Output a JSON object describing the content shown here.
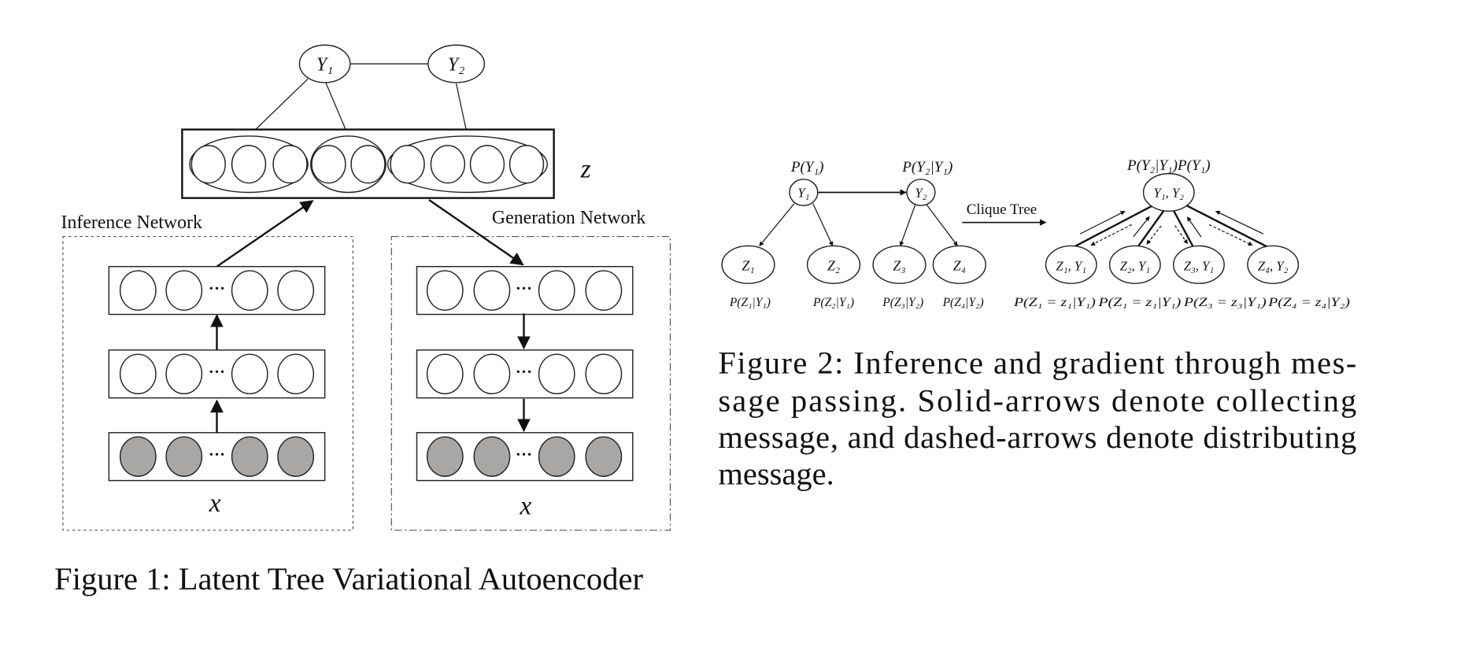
{
  "figure1": {
    "y1_label": "Y₁",
    "y2_label": "Y₂",
    "z_label": "z",
    "inference_label": "Inference Network",
    "generation_label": "Generation Network",
    "x_label_left": "x",
    "x_label_right": "x",
    "dots": "···",
    "observed_fill": "#a9a6a6",
    "caption": "Figure 1: Latent Tree Variational Autoencoder"
  },
  "figure2": {
    "left_tree": {
      "p_y1": "P(Y₁)",
      "p_y2_given_y1": "P(Y₂|Y₁)",
      "y1": "Y₁",
      "y2": "Y₂",
      "z_nodes": [
        "Z₁",
        "Z₂",
        "Z₃",
        "Z₄"
      ],
      "z_probs": [
        "P(Z₁|Y₁)",
        "P(Z₂|Y₁)",
        "P(Z₃|Y₂)",
        "P(Z₄|Y₂)"
      ]
    },
    "transform_label": "Clique Tree",
    "clique_tree": {
      "root_prob": "P(Y₂|Y₁)P(Y₁)",
      "root": "Y₁, Y₂",
      "leaves": [
        "Z₁, Y₁",
        "Z₂, Y₁",
        "Z₃, Y₁",
        "Z₄, Y₂"
      ],
      "leaf_probs": [
        "P(Z₁ = z₁|Y₁)",
        "P(Z₁ = z₁|Y₁)",
        "P(Z₃ = z₃|Y₁)",
        "P(Z₄ = z₄|Y₂)"
      ]
    },
    "caption_lines": [
      "Figure 2: Inference and gradient through mes-",
      "sage passing.  Solid-arrows denote collecting",
      "message, and dashed-arrows denote distributing",
      "message."
    ]
  }
}
